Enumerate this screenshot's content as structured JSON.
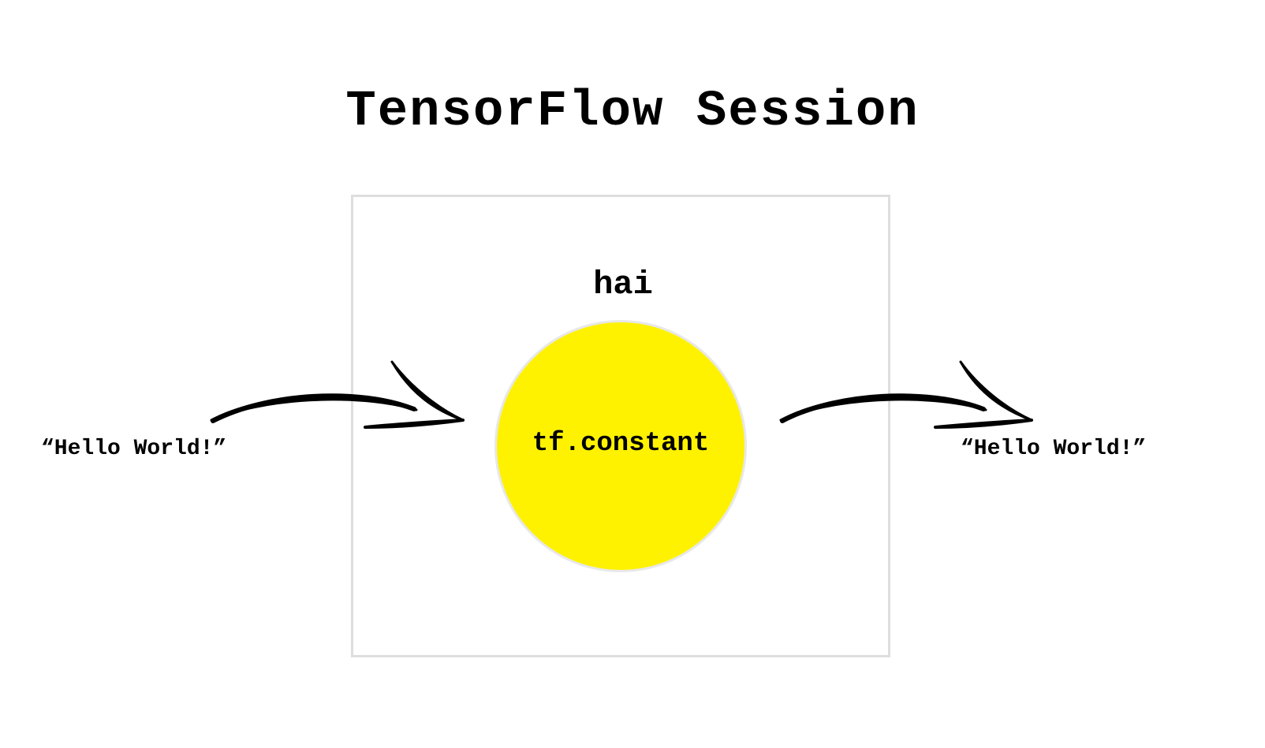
{
  "diagram": {
    "title": "TensorFlow Session",
    "node": {
      "name": "hai",
      "operation": "tf.constant",
      "fill_color": "#fff200"
    },
    "input_value": "“Hello World!”",
    "output_value": "“Hello World!”",
    "box_border_color": "#dedede"
  }
}
